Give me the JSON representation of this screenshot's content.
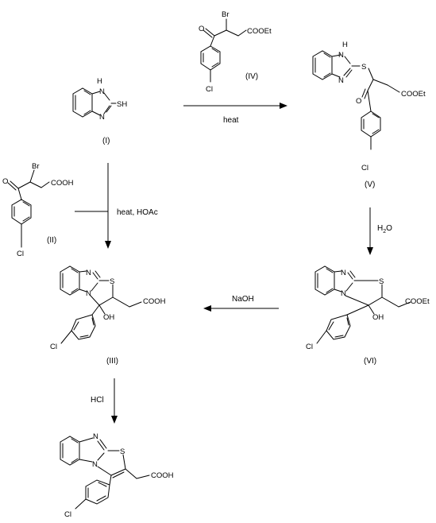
{
  "compounds": {
    "I": {
      "label": "(I)",
      "atoms": {
        "nh": "H",
        "n": "N",
        "n2": "N",
        "sh": "SH"
      }
    },
    "II": {
      "label": "(II)",
      "atoms": {
        "br": "Br",
        "o": "O",
        "cooh": "COOH",
        "cl": "Cl"
      }
    },
    "III": {
      "label": "(III)",
      "atoms": {
        "n1": "N",
        "n2": "N",
        "s": "S",
        "oh": "OH",
        "cooh": "COOH",
        "cl": "Cl"
      }
    },
    "IV": {
      "label": "(IV)",
      "atoms": {
        "br": "Br",
        "o": "O",
        "cooet": "COOEt",
        "cl": "Cl"
      }
    },
    "V": {
      "label": "(V)",
      "atoms": {
        "h": "H",
        "n1": "N",
        "n2": "N",
        "s": "S",
        "o": "O",
        "cooet": "COOEt",
        "cl": "Cl"
      }
    },
    "VI": {
      "label": "(VI)",
      "atoms": {
        "n1": "N",
        "n2": "N",
        "s": "S",
        "oh": "OH",
        "cooet": "COOEt",
        "cl": "Cl"
      }
    },
    "final": {
      "atoms": {
        "n1": "N",
        "n2": "N",
        "s": "S",
        "cooh": "COOH",
        "cl": "Cl"
      }
    }
  },
  "conditions": {
    "heat": "heat",
    "heat_hoac": "heat, HOAc",
    "water_h": "H",
    "water_sub": "2",
    "water_o": "O",
    "naoh": "NaOH",
    "hcl": "HCl"
  }
}
